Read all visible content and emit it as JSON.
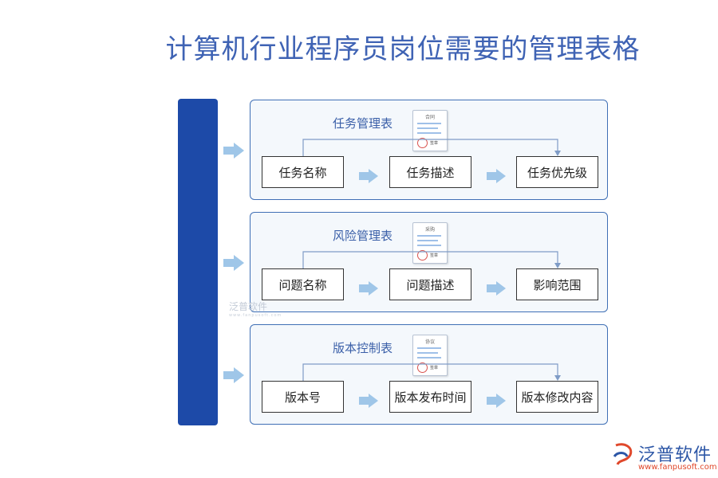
{
  "title": "计算机行业程序员岗位需要的管理表格",
  "panels": [
    {
      "name": "任务管理表",
      "doc_label": "合同",
      "doc_sig": "签章",
      "steps": [
        "任务名称",
        "任务描述",
        "任务优先级"
      ]
    },
    {
      "name": "风险管理表",
      "doc_label": "采购",
      "doc_sig": "签章",
      "steps": [
        "问题名称",
        "问题描述",
        "影响范围"
      ]
    },
    {
      "name": "版本控制表",
      "doc_label": "协议",
      "doc_sig": "签章",
      "steps": [
        "版本号",
        "版本发布时间",
        "版本修改内容"
      ]
    }
  ],
  "watermark": {
    "text": "泛普软件",
    "sub": "www.fanpusoft.com"
  },
  "logo": {
    "name": "泛普软件",
    "url": "www.fanpusoft.com"
  },
  "colors": {
    "title": "#3f63b4",
    "sidebar": "#1d4aa8",
    "arrow": "#9fc6e8",
    "panel_border": "#3f6fb5",
    "line": "#7f9cc7"
  }
}
